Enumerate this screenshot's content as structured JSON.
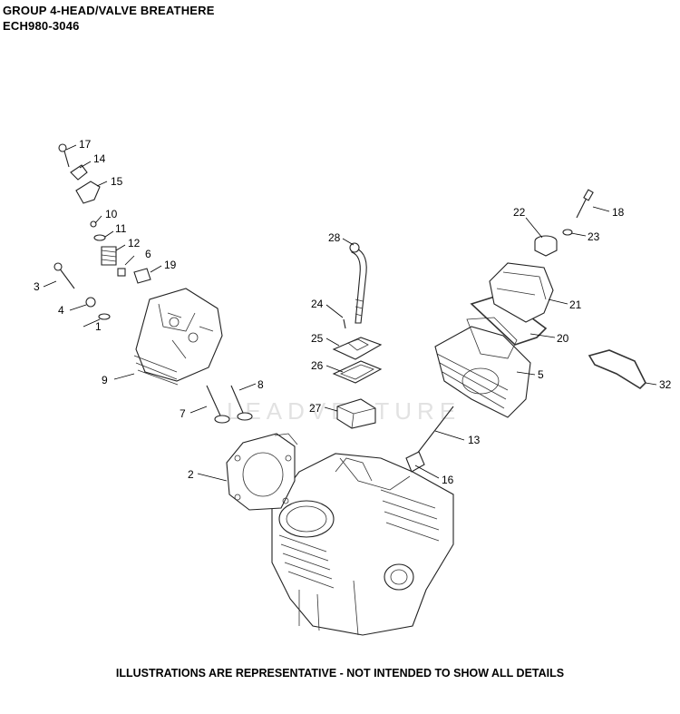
{
  "header": {
    "title": "GROUP 4-HEAD/VALVE BREATHERE",
    "model": "ECH980-3046"
  },
  "footer": {
    "note": "ILLUSTRATIONS ARE REPRESENTATIVE - NOT INTENDED TO SHOW ALL DETAILS"
  },
  "watermark": {
    "text": "LEADVENTURE"
  },
  "callouts": [
    "1",
    "2",
    "3",
    "4",
    "5",
    "6",
    "7",
    "8",
    "9",
    "10",
    "11",
    "12",
    "13",
    "14",
    "15",
    "16",
    "17",
    "18",
    "19",
    "20",
    "21",
    "22",
    "23",
    "24",
    "25",
    "26",
    "27",
    "28",
    "32"
  ]
}
